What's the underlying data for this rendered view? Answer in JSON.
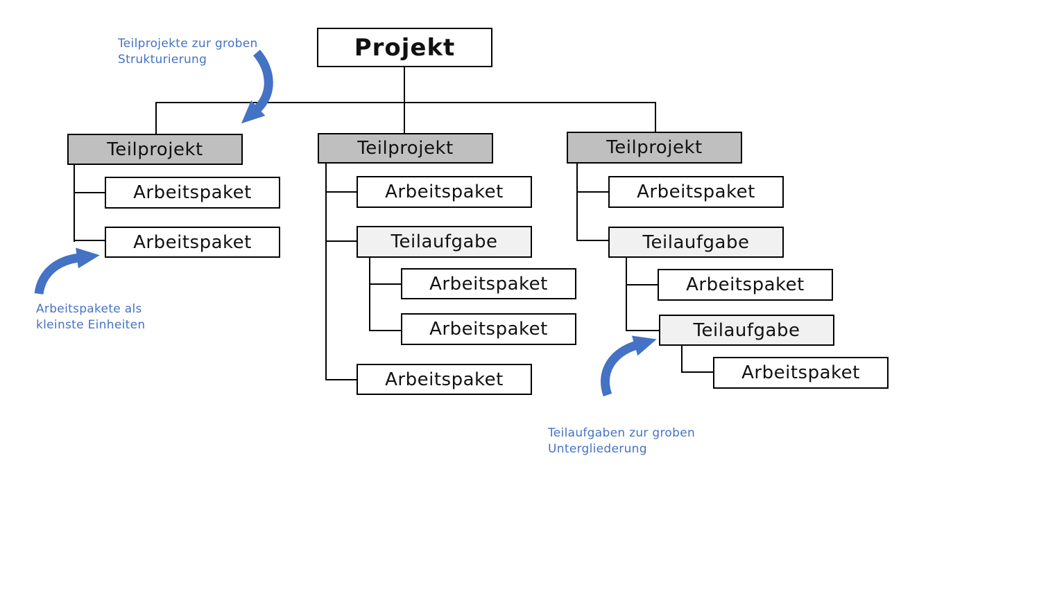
{
  "diagram": {
    "tree": {
      "label": "Projekt",
      "children": [
        {
          "label": "Teilprojekt",
          "children": [
            {
              "label": "Arbeitspaket"
            },
            {
              "label": "Arbeitspaket"
            }
          ]
        },
        {
          "label": "Teilprojekt",
          "children": [
            {
              "label": "Arbeitspaket"
            },
            {
              "label": "Teilaufgabe",
              "children": [
                {
                  "label": "Arbeitspaket"
                },
                {
                  "label": "Arbeitspaket"
                }
              ]
            },
            {
              "label": "Arbeitspaket"
            }
          ]
        },
        {
          "label": "Teilprojekt",
          "children": [
            {
              "label": "Arbeitspaket"
            },
            {
              "label": "Teilaufgabe",
              "children": [
                {
                  "label": "Arbeitspaket"
                },
                {
                  "label": "Teilaufgabe",
                  "children": [
                    {
                      "label": "Arbeitspaket"
                    }
                  ]
                }
              ]
            }
          ]
        }
      ]
    },
    "annotations": [
      {
        "text": "Teilprojekte zur groben\nStrukturierung"
      },
      {
        "text": "Arbeitspakete als\nkleinste Einheiten"
      },
      {
        "text": "Teilaufgaben zur groben\nUntergliederung"
      }
    ],
    "colors": {
      "annotation_text": "#4472C4",
      "arrow_fill": "#4472C4",
      "teilprojekt_fill": "#BFBFBF",
      "teilaufgabe_fill": "#F1F1F1",
      "arbeitspaket_fill": "#FFFFFF",
      "connector": "#000000"
    }
  }
}
